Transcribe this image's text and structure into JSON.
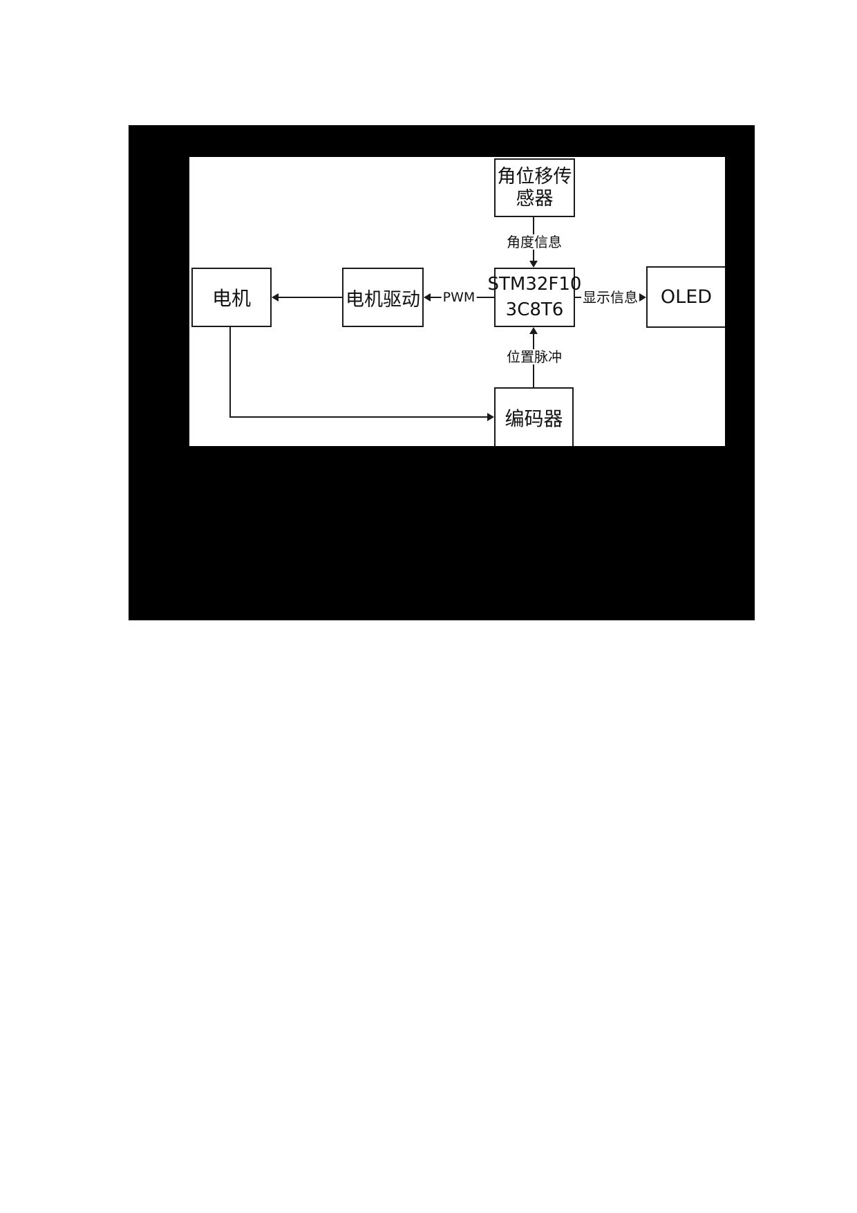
{
  "page": {
    "background": "#ffffff"
  },
  "diagram": {
    "backdrop_color": "#000000",
    "canvas_color": "#ffffff",
    "line_color": "#1a1a1a",
    "boxes": {
      "sensor": {
        "line1": "角位移传",
        "line2": "感器"
      },
      "motor": {
        "label": "电机"
      },
      "driver": {
        "label": "电机驱动"
      },
      "mcu": {
        "line1": "STM32F10",
        "line2": "3C8T6"
      },
      "oled": {
        "label": "OLED"
      },
      "encoder": {
        "label": "编码器"
      }
    },
    "edge_labels": {
      "angle_info": "角度信息",
      "pwm": "PWM",
      "display_info": "显示信息",
      "position_pulse": "位置脉冲"
    }
  }
}
